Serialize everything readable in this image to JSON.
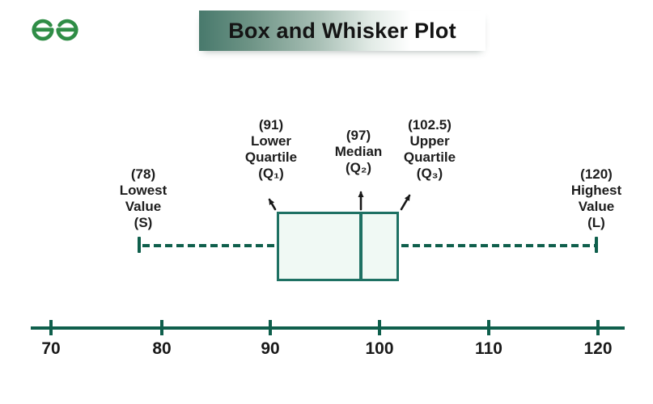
{
  "header": {
    "title": "Box and Whisker Plot"
  },
  "icons": {
    "logo": "geeksforgeeks-logo"
  },
  "annotations": {
    "lower_quartile": {
      "lines": [
        "(91)",
        "Lower",
        "Quartile",
        "(Q₁)"
      ]
    },
    "median": {
      "lines": [
        "(97)",
        "Median",
        "(Q₂)"
      ]
    },
    "upper_quartile": {
      "lines": [
        "(102.5)",
        "Upper",
        "Quartile",
        "(Q₃)"
      ]
    },
    "lowest_value": {
      "lines": [
        "(78)",
        "Lowest",
        "Value",
        "(S)"
      ]
    },
    "highest_value": {
      "lines": [
        "(120)",
        "Highest",
        "Value",
        "(L)"
      ]
    }
  },
  "axis": {
    "tick_labels": [
      "70",
      "80",
      "90",
      "100",
      "110",
      "120"
    ]
  },
  "colors": {
    "logo_green": "#2f8d46",
    "banner_dark": "#48796c",
    "plot_line": "#0f5f4c",
    "box_border": "#1e7163",
    "box_fill": "#f0f9f4",
    "arrow": "#181818",
    "text": "#1d1d1d"
  },
  "chart_data": {
    "type": "boxplot",
    "title": "Box and Whisker Plot",
    "orientation": "horizontal",
    "lowest_value": 78,
    "q1": 91,
    "median": 97,
    "q3": 102.5,
    "highest_value": 120,
    "axis_ticks": [
      70,
      80,
      90,
      100,
      110,
      120
    ],
    "axis_range": [
      70,
      120
    ],
    "grid": false,
    "point_labels": {
      "78": "Lowest Value (S)",
      "91": "Lower Quartile (Q1)",
      "97": "Median (Q2)",
      "102.5": "Upper Quartile (Q3)",
      "120": "Highest Value (L)"
    }
  }
}
